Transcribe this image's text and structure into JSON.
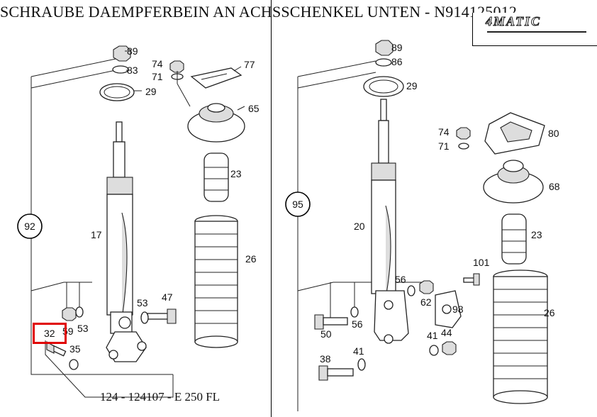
{
  "title": "SCHRAUBE DAEMPFERBEIN AN ACHSSCHENKEL UNTEN - N914125012",
  "badge": "4MATIC",
  "caption": "124 - 124107 - E 250 FL",
  "highlight_color": "#e00000",
  "left_panel": {
    "group": "92",
    "labels": {
      "p89": "89",
      "p83": "83",
      "p29": "29",
      "p74": "74",
      "p71": "71",
      "p77": "77",
      "p65": "65",
      "p23": "23",
      "p26": "26",
      "p17": "17",
      "p53a": "53",
      "p47": "47",
      "p32": "32",
      "p59": "59",
      "p53b": "53",
      "p35": "35"
    }
  },
  "right_panel": {
    "group": "95",
    "labels": {
      "p89": "89",
      "p86": "86",
      "p29": "29",
      "p74": "74",
      "p71": "71",
      "p80": "80",
      "p68": "68",
      "p23": "23",
      "p20": "20",
      "p56a": "56",
      "p62": "62",
      "p98": "98",
      "p101": "101",
      "p26": "26",
      "p50": "50",
      "p56b": "56",
      "p41a": "41",
      "p44": "44",
      "p38": "38",
      "p41b": "41"
    }
  }
}
